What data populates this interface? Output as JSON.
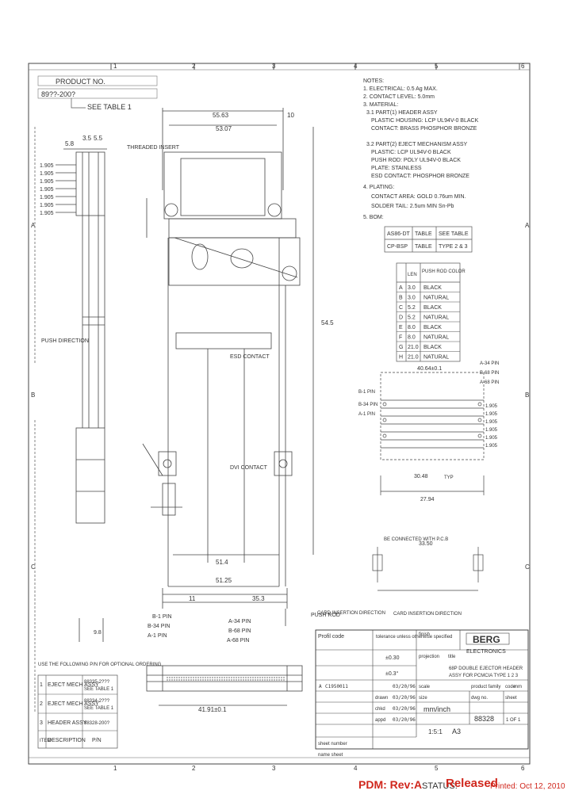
{
  "drawing": {
    "zones_top": [
      "1",
      "2",
      "3",
      "4",
      "5",
      "6"
    ],
    "zones_bottom": [
      "1",
      "2",
      "3",
      "4",
      "5",
      "6"
    ],
    "rows_side": [
      "A",
      "B",
      "C"
    ],
    "product_no": "PRODUCT NO.",
    "part_no": "89??-200?",
    "see_table": "SEE TABLE 1",
    "left_dims": [
      "5.8",
      "3.5",
      "5.5"
    ],
    "side_pitch": [
      "1.905",
      "1.905",
      "1.905",
      "1.905",
      "1.905",
      "1.905",
      "1.905"
    ],
    "top_dims": [
      "55.63",
      "53.07",
      "10"
    ],
    "threaded_insert": "THREADED INSERT",
    "push_direction": "PUSH DIRECTION",
    "esd_contact": "ESD CONTACT",
    "dvi_contact": "DVI CONTACT",
    "push_rod": "PUSH ROD",
    "dim_bottom": [
      "51.4",
      "51.25",
      "11",
      "35.3"
    ],
    "dim_vertical": "54.5",
    "dim_lower": "9.8",
    "card_dir": "CARD INSERTION DIRECTION",
    "pin_labels_bottom": [
      "B-1 PIN",
      "B-34 PIN",
      "A-1 PIN",
      "A-34 PIN",
      "B-68 PIN",
      "A-68 PIN"
    ],
    "bottom_width": "41.91±0.1",
    "dims_right": [
      "40.64±0.1",
      "30.48",
      "27.94",
      "33.50"
    ],
    "pin_labels_right": [
      "B-1 PIN",
      "B-34 PIN",
      "A-1 PIN",
      "A-34 PIN",
      "B-68 PIN",
      "A-68 PIN"
    ],
    "right_pitch": [
      "1.905",
      "1.905",
      "1.905",
      "1.905",
      "1.905",
      "1.905"
    ],
    "be_connected": "BE CONNECTED WITH P.C.B",
    "card_insertion": "CARD INSERTION DIRECTION",
    "tyo": "TYP"
  },
  "notes": {
    "lines": [
      "NOTES:",
      "1. ELECTRICAL: 0.5 Ag MAX.",
      "2. CONTACT LEVEL: 5.0mm",
      "3. MATERIAL:",
      "3.1 PART(1) HEADER ASSY",
      "PLASTIC HOUSING: LCP UL94V-0 BLACK",
      "CONTACT: BRASS PHOSPHOR BRONZE",
      "3.2 PART(2) EJECT MECHANISM ASSY",
      "PLASTIC: LCP UL94V-0 BLACK",
      "PUSH ROD: POLY UL94V-0 BLACK",
      "PLATE: STAINLESS",
      "ESD CONTACT: PHOSPHOR BRONZE",
      "4. PLATING:",
      "CONTACT AREA: GOLD 0.76um MIN.",
      "SOLDER TAIL: 2.5um MIN Sn-Pb",
      "5. BOM:"
    ]
  },
  "bom_table": {
    "rows": [
      [
        "AS86-DT",
        "TABLE",
        "SEE TABLE"
      ],
      [
        "CP-BSP",
        "TABLE",
        "TYPE 2 & 3"
      ]
    ]
  },
  "table1": {
    "header": [
      "",
      "LEN",
      "PUSH ROD COLOR"
    ],
    "rows": [
      [
        "A",
        "3.0",
        "BLACK"
      ],
      [
        "B",
        "3.0",
        "NATURAL"
      ],
      [
        "C",
        "5.2",
        "BLACK"
      ],
      [
        "D",
        "5.2",
        "NATURAL"
      ],
      [
        "E",
        "8.0",
        "BLACK"
      ],
      [
        "F",
        "8.0",
        "NATURAL"
      ],
      [
        "G",
        "21.0",
        "BLACK"
      ],
      [
        "H",
        "21.0",
        "NATURAL"
      ]
    ]
  },
  "order_table": {
    "title": "USE THE FOLLOWING P/N FOR OPTIONAL ORDERING",
    "rows": [
      [
        "1",
        "EJECT MECH ASSY",
        "88335-2???",
        "SEE TABLE 1"
      ],
      [
        "2",
        "EJECT MECH ASSY",
        "88334-2???",
        "SEE TABLE 1"
      ],
      [
        "3",
        "HEADER ASSY",
        "88328-200?",
        ""
      ]
    ],
    "footer": [
      "ITEM",
      "DESCRIPTION",
      "P/N"
    ]
  },
  "title_block": {
    "cad_code": "Profil code",
    "tolerance": "tolerance unless otherwise specified",
    "tol_values": [
      "±0.30",
      "±0.3°"
    ],
    "finish": "finish",
    "projection": "projection",
    "title_label": "title",
    "title_lines": [
      "68P DOUBLE EJECTOR HEADER",
      "ASSY FOR PCMCIA TYPE 1 2 3"
    ],
    "company_line1": "BERG",
    "company_line2": "ELECTRONICS",
    "revision_rows": [
      [
        "A",
        "C1950011",
        "03/20/96"
      ],
      [
        "",
        "",
        "03/20/96"
      ],
      [
        "",
        "",
        "03/20/96"
      ],
      [
        "",
        "",
        "03/20/96"
      ]
    ],
    "field_labels": [
      "drawn",
      "chkd",
      "appd",
      "scale",
      "size",
      "dwg no.",
      "sheet"
    ],
    "scale": "1:5:1",
    "size": "A3",
    "dwg_no": "88328",
    "product_family": "product family",
    "sheet": "1 OF 1",
    "units": "mm/inch",
    "sheet_number": "sheet number",
    "name_sheet": "name sheet",
    "code": "code",
    "mm": "mm"
  },
  "stamp": {
    "pdm": "PDM: Rev:A",
    "status_label": "STATUS:",
    "status_value": "Released",
    "printed": "Printed: Oct 12, 2010"
  }
}
